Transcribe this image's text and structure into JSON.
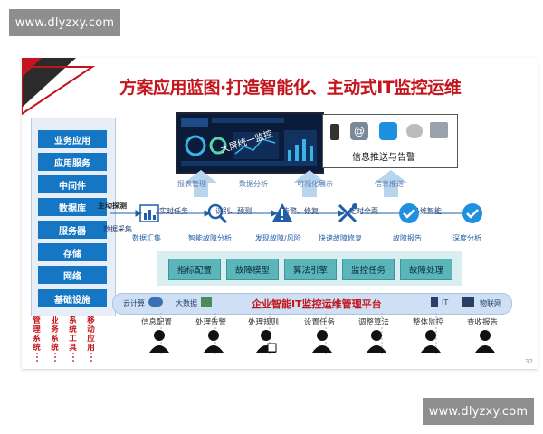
{
  "watermark": {
    "text": "www.dlyzxy.com"
  },
  "title": "方案应用蓝图·打造智能化、主动式IT监控运维",
  "layers": [
    "业务应用",
    "应用服务",
    "中间件",
    "数据库",
    "服务器",
    "存储",
    "网络",
    "基础设施"
  ],
  "bottom_systems": [
    "管理系统",
    "业务系统",
    "系统工具",
    "移动应用"
  ],
  "screen_label": "大屏统一监控",
  "notify_label": "信息推送与告警",
  "arrow_labels": [
    "报表管理",
    "数据分析",
    "可视化展示",
    "信息推送"
  ],
  "process": {
    "active_probe": "主动探测",
    "data_collect": "数据采集",
    "realtime_task": "实时任务",
    "identify_predict": "识别、预测",
    "alarm_repair": "告警、修复",
    "scheduled_full": "定时全面",
    "multi_smart": "多维智能",
    "steps": [
      "数据汇集",
      "智能故障分析",
      "发现故障/风险",
      "快速故障修复",
      "故障报告",
      "深度分析"
    ]
  },
  "modules": [
    "指标配置",
    "故障模型",
    "算法引擎",
    "监控任务",
    "故障处理"
  ],
  "platform": {
    "title": "企业智能IT监控运维管理平台",
    "cloud": "云计算",
    "bigdata": "大数据",
    "it": "IT",
    "iot": "物联网"
  },
  "roles": [
    "信息配置",
    "处理告警",
    "处理规则",
    "设置任务",
    "调整算法",
    "整体监控",
    "查收报告"
  ],
  "page_number": "32",
  "colors": {
    "accent_red": "#c4151c",
    "layer_blue": "#1576c4",
    "module_teal": "#5bb6b9",
    "arrow_blue": "#9fc5e8"
  }
}
